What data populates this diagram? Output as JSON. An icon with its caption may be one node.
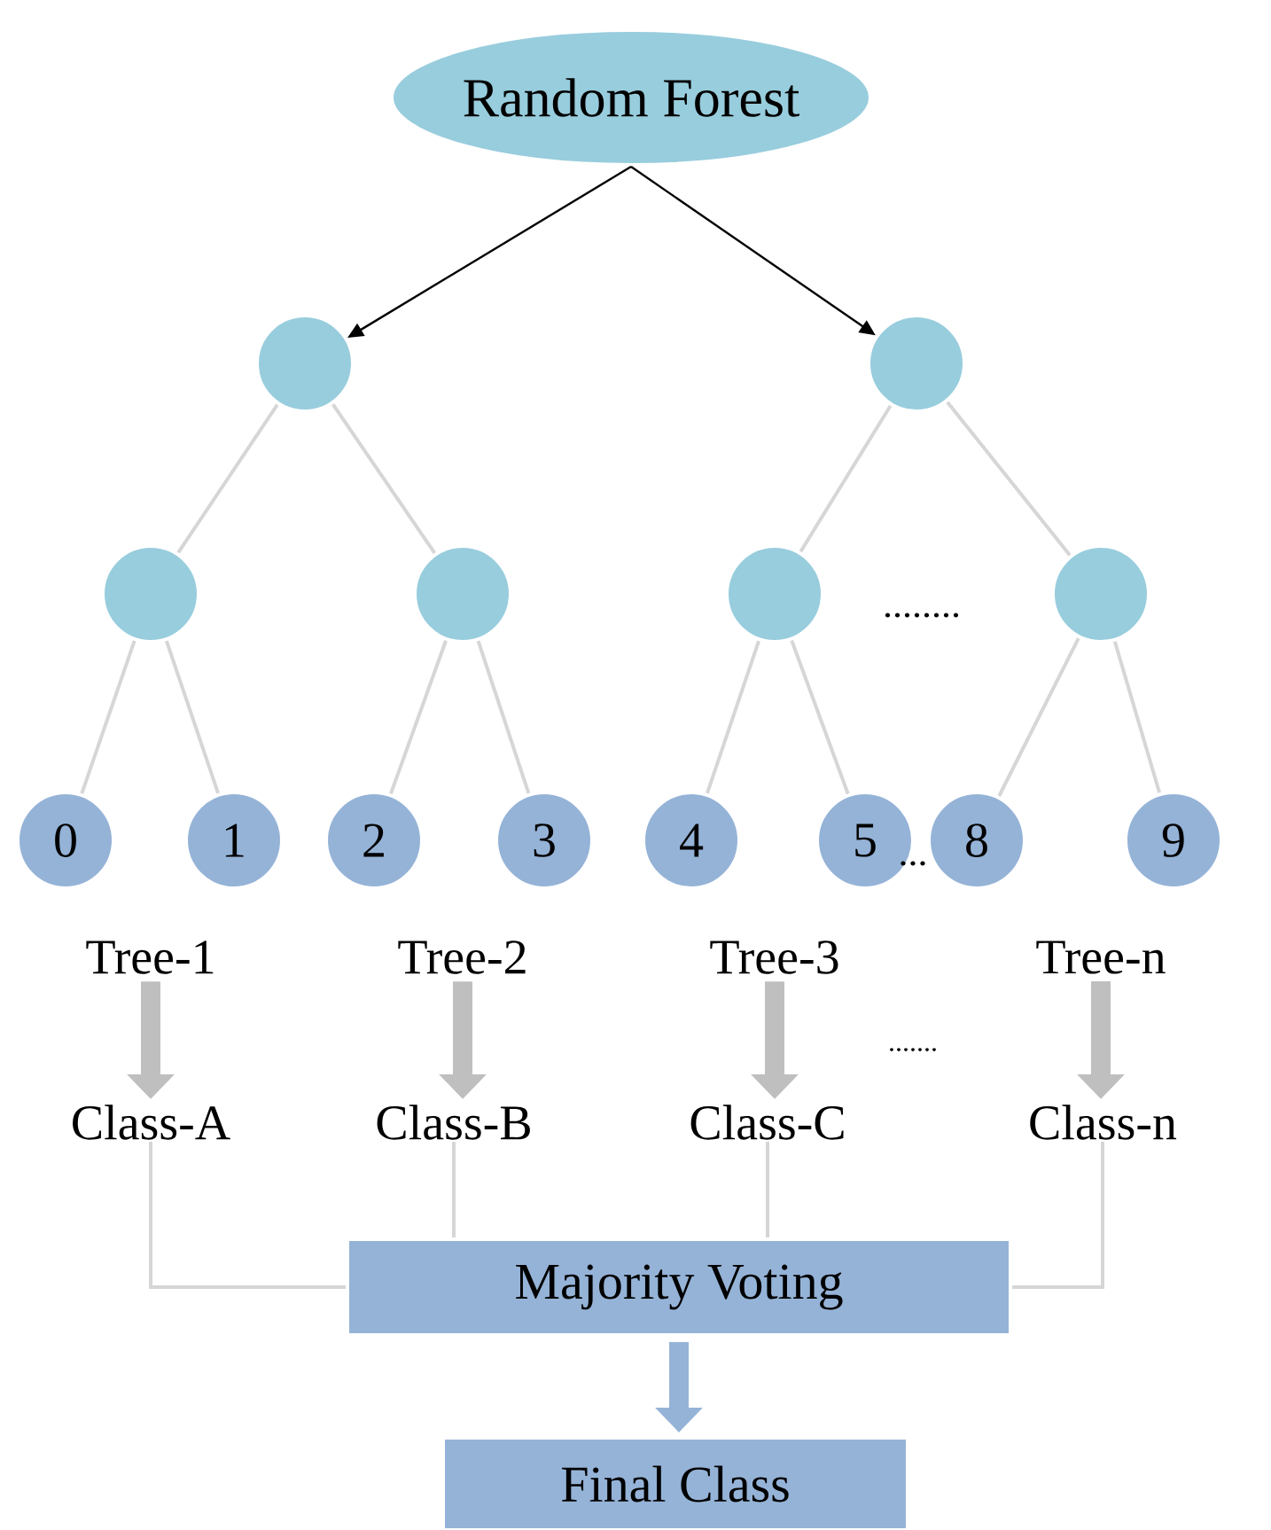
{
  "diagram": {
    "nodes": [
      {
        "text": [
          "Random Forest"
        ]
      },
      {
        "text": [],
        "shape": "circle"
      },
      {
        "text": [],
        "shape": "circle"
      },
      {
        "text": [],
        "shape": "circle"
      },
      {
        "text": [],
        "shape": "circle"
      },
      {
        "text": [],
        "shape": "circle"
      },
      {
        "text": [],
        "shape": "circle"
      },
      {
        "text": [
          "0"
        ]
      },
      {
        "text": [
          "1"
        ]
      },
      {
        "text": [
          "2"
        ]
      },
      {
        "text": [
          "3"
        ]
      },
      {
        "text": [
          "4"
        ]
      },
      {
        "text": [
          "5"
        ]
      },
      {
        "text": [
          "8"
        ]
      },
      {
        "text": [
          "9"
        ]
      },
      {
        "text": [
          "Tree-1"
        ]
      },
      {
        "text": [
          "Tree-2"
        ]
      },
      {
        "text": [
          "Tree-3"
        ]
      },
      {
        "text": [
          "Tree-n"
        ]
      },
      {
        "text": [
          "Class-A"
        ]
      },
      {
        "text": [
          "Class-B"
        ]
      },
      {
        "text": [
          "Class-C"
        ]
      },
      {
        "text": [
          "Class-n"
        ]
      },
      {
        "text": [
          "Majority Voting"
        ]
      },
      {
        "text": [
          "Final Class"
        ]
      }
    ],
    "edges": [
      {
        "from": 0,
        "to": 1,
        "arrow": "to",
        "color": "#000000"
      },
      {
        "from": 0,
        "to": 2,
        "arrow": "to",
        "color": "#000000"
      },
      {
        "from": 1,
        "to": 3,
        "arrow": "none"
      },
      {
        "from": 1,
        "to": 4,
        "arrow": "none"
      },
      {
        "from": 2,
        "to": 5,
        "arrow": "none"
      },
      {
        "from": 2,
        "to": 6,
        "arrow": "none"
      },
      {
        "from": 3,
        "to": 7,
        "arrow": "none"
      },
      {
        "from": 3,
        "to": 8,
        "arrow": "none"
      },
      {
        "from": 4,
        "to": 9,
        "arrow": "none"
      },
      {
        "from": 4,
        "to": 10,
        "arrow": "none"
      },
      {
        "from": 5,
        "to": 11,
        "arrow": "none"
      },
      {
        "from": 5,
        "to": 12,
        "arrow": "none"
      },
      {
        "from": 6,
        "to": 13,
        "arrow": "none"
      },
      {
        "from": 6,
        "to": 14,
        "arrow": "none"
      },
      {
        "from": 15,
        "to": 19,
        "arrow": "to",
        "style": "thick",
        "color": "#bfbfbf"
      },
      {
        "from": 16,
        "to": 20,
        "arrow": "to",
        "style": "thick",
        "color": "#bfbfbf"
      },
      {
        "from": 17,
        "to": 21,
        "arrow": "to",
        "style": "thick",
        "color": "#bfbfbf"
      },
      {
        "from": 18,
        "to": 22,
        "arrow": "to",
        "style": "thick",
        "color": "#bfbfbf"
      },
      {
        "from": 19,
        "to": 23,
        "arrow": "none"
      },
      {
        "from": 20,
        "to": 23,
        "arrow": "none"
      },
      {
        "from": 21,
        "to": 23,
        "arrow": "none"
      },
      {
        "from": 22,
        "to": 23,
        "arrow": "none"
      },
      {
        "from": 23,
        "to": 24,
        "arrow": "to",
        "style": "thick",
        "color": "#95b3d7"
      }
    ],
    "labels": [
      "........",
      "...",
      "......."
    ]
  }
}
